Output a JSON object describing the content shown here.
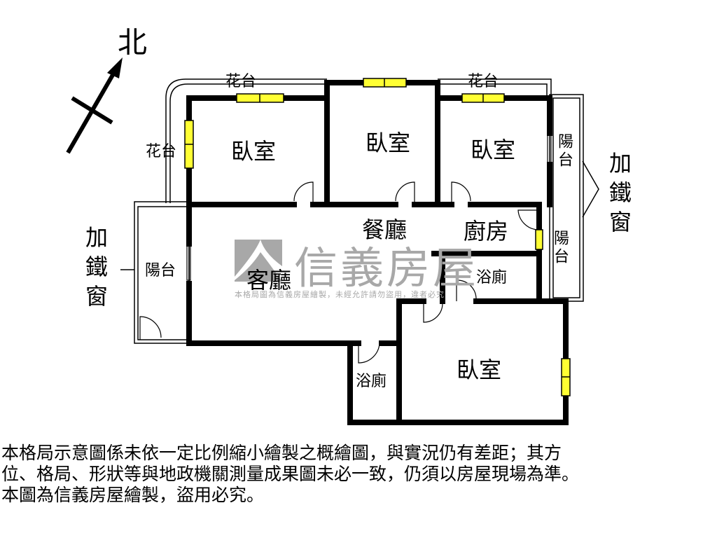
{
  "compass": {
    "north_label": "北"
  },
  "rooms": {
    "bedroom1": "臥室",
    "bedroom2": "臥室",
    "bedroom3": "臥室",
    "bedroom4": "臥室",
    "dining": "餐廳",
    "living": "客廳",
    "kitchen": "廚房",
    "bath1": "浴廁",
    "bath2": "浴廁"
  },
  "outdoor": {
    "planter_left": "花台",
    "planter_top1": "花台",
    "planter_top2": "花台",
    "balcony_left": "陽台",
    "balcony_right_top": "陽台",
    "balcony_right_bottom": "陽台",
    "iron_window_left": "加鐵窗",
    "iron_window_right": "加鐵窗"
  },
  "watermark": {
    "brand": "信義房屋",
    "notice": "本格局圖為信義房屋繪製，未經允許請勿盜用，違者必究"
  },
  "colors": {
    "wall": "#000000",
    "window": "#ffff33",
    "watermark": "#a8a8a8"
  },
  "disclaimer": [
    "本格局示意圖係未依一定比例縮小繪製之概繪圖，與實況仍有差距；其方",
    "位、格局、形狀等與地政機關測量成果圖未必一致，仍須以房屋現場為準。",
    "本圖為信義房屋繪製，盜用必究。"
  ]
}
